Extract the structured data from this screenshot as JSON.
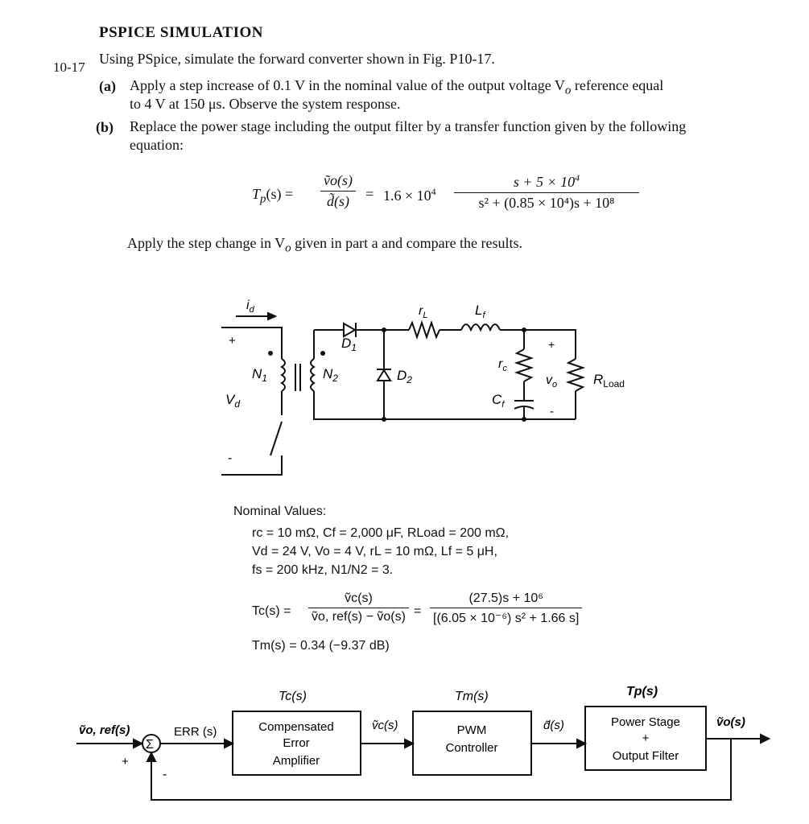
{
  "section": {
    "heading": "PSPICE SIMULATION"
  },
  "problem": {
    "number": "10-17",
    "statement": "Using PSpice, simulate the forward converter shown in Fig. P10-17.",
    "part_a": {
      "label": "(a)",
      "line1": "Apply a step increase of 0.1 V in the nominal value of the output voltage V",
      "line1_sub": "o",
      "line1_end": " reference equal",
      "line2": "to 4 V at 150 μs. Observe the system response."
    },
    "part_b": {
      "label": "(b)",
      "line1": "Replace the power stage including the output filter by a transfer function given by the following",
      "line2": "equation:"
    },
    "equation": {
      "lhs": "T",
      "lhs_sub": "p",
      "lhs_arg": "(s) =",
      "frac_num": "ṽo(s)",
      "frac_den": "d̃(s)",
      "eq_sign": "=",
      "gain": "1.6 × 10",
      "gain_exp": "4",
      "num": "s + 5 × 10",
      "num_exp": "4",
      "den": "s² + (0.85 × 10⁴)s + 10⁸"
    },
    "apply_text": "Apply the step change in V",
    "apply_sub": "o",
    "apply_end": " given in part a and compare the results."
  },
  "circuit": {
    "id_label": "i",
    "id_sub": "d",
    "plus": "+",
    "minus": "-",
    "vd": "V",
    "vd_sub": "d",
    "n1": "N",
    "n1_sub": "1",
    "n2": "N",
    "n2_sub": "2",
    "d1": "D",
    "d1_sub": "1",
    "d2": "D",
    "d2_sub": "2",
    "rl": "r",
    "rl_sub": "L",
    "lf": "L",
    "lf_sub": "f",
    "rc": "r",
    "rc_sub": "c",
    "cf": "C",
    "cf_sub": "f",
    "vo": "v",
    "vo_sub": "o",
    "rload": "R",
    "rload_sub": "Load"
  },
  "nominal": {
    "title": "Nominal Values:",
    "line1": "rc = 10 mΩ, Cf = 2,000 μF, RLoad = 200 mΩ,",
    "line2": "Vd = 24 V, Vo = 4 V, rL = 10 mΩ, Lf = 5 μH,",
    "line3": "fs = 200 kHz, N1/N2 = 3.",
    "tc_lhs": "Tc(s) =",
    "tc_frac1_num": "ṽc(s)",
    "tc_frac1_den": "ṽo, ref(s) − ṽo(s)",
    "tc_eq": "=",
    "tc_frac2_num": "(27.5)s + 10⁶",
    "tc_frac2_den": "[(6.05 × 10⁻⁶) s² + 1.66 s]",
    "tm": "Tm(s) = 0.34 (−9.37 dB)"
  },
  "block_diagram": {
    "input": "ṽo, ref(s)",
    "err": "ERR (s)",
    "sum_symbol": "Σ",
    "plus": "+",
    "minus": "-",
    "tc_label": "Tc(s)",
    "block1_l1": "Compensated",
    "block1_l2": "Error",
    "block1_l3": "Amplifier",
    "vc": "ṽc(s)",
    "tm_label": "Tm(s)",
    "block2_l1": "PWM",
    "block2_l2": "Controller",
    "ds": "d̃(s)",
    "tp_label": "Tp(s)",
    "block3_l1": "Power Stage",
    "block3_l2": "+",
    "block3_l3": "Output Filter",
    "output": "ṽo(s)"
  }
}
